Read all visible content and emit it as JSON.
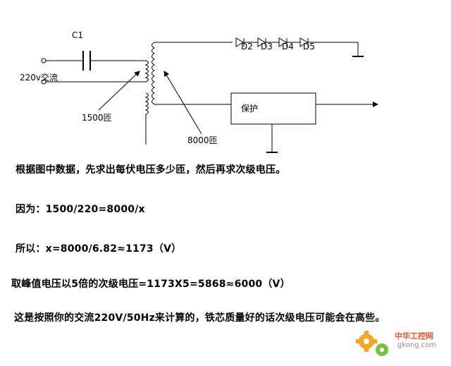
{
  "diagram": {
    "capacitor_label": "C1",
    "input_label": "220v交流",
    "primary_turns_label": "1500匝",
    "secondary_turns_label": "8000匝",
    "diode_labels": [
      "D2",
      "D3",
      "D4",
      "D5"
    ],
    "protection_label": "保护"
  },
  "text": {
    "line1": "根据图中数据，先求出每伏电压多少匝，然后再求次级电压。",
    "line2": "因为：1500/220=8000/x",
    "line3": "所以：x=8000/6.82≈1173（V）",
    "line4": "取峰值电压以5倍的次级电压=1173X5=5868≈6000（V）",
    "line5": "这是按照你的交流220V/50Hz来计算的，铁芯质量好的话次级电压可能会在高些。"
  },
  "watermark": {
    "site_name": "中华工控网",
    "url": "gkong.com"
  },
  "colors": {
    "line": "#000000",
    "watermark_orange": "#e8532b",
    "watermark_gear": "#f5a623"
  }
}
